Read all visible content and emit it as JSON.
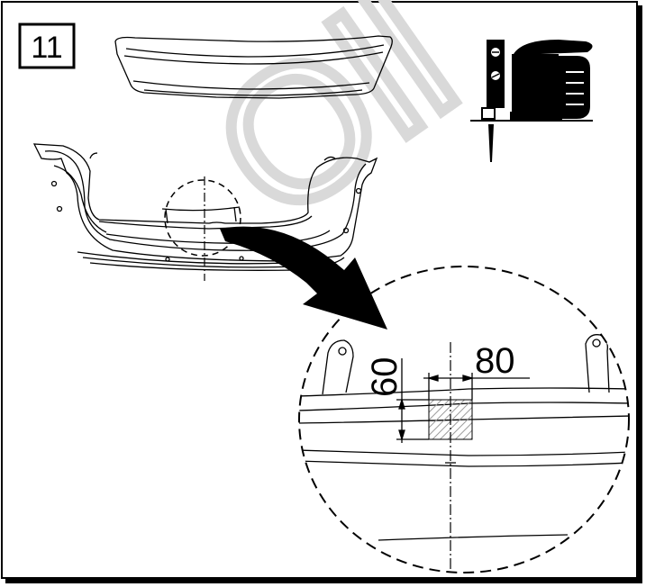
{
  "step": {
    "number": "11"
  },
  "watermark": {
    "text": "Oll"
  },
  "dimensions": {
    "height": "60",
    "width": "80"
  },
  "icons": {
    "tool": "jigsaw-icon",
    "arrow": "curved-arrow-icon"
  },
  "colors": {
    "ink": "#000000",
    "hatch": "#9a9a9a",
    "watermark": "#d9d9d9"
  }
}
